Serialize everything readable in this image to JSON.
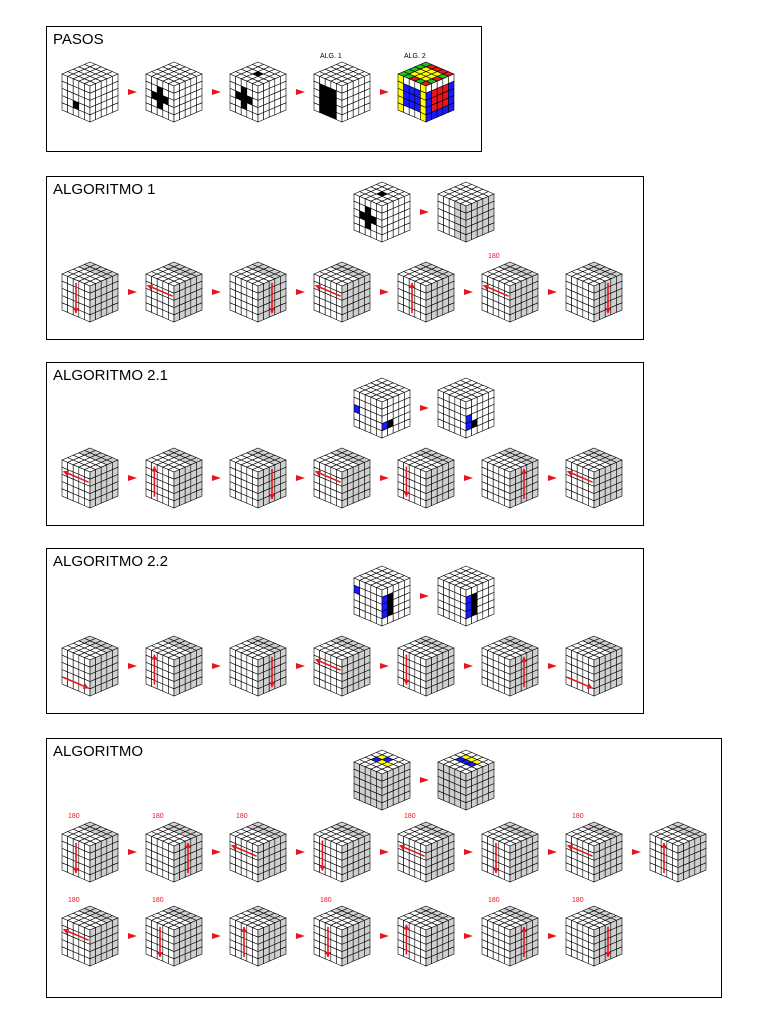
{
  "colors": {
    "arrow": "#e8141e",
    "black": "#000000",
    "blue": "#1a1aff",
    "yellow": "#ffff00",
    "green": "#1fc11f",
    "red": "#e8141e",
    "orange": "#ff8c00",
    "shade": "#cfcfcf"
  },
  "panels": [
    {
      "id": "pasos",
      "title": "PASOS",
      "rows": [
        {
          "cubes": [
            {
              "variant": "corner-dot",
              "caption": ""
            },
            {
              "variant": "cross",
              "caption": ""
            },
            {
              "variant": "cross-top-dot",
              "caption": ""
            },
            {
              "variant": "center-solid",
              "caption": "ALG. 1"
            },
            {
              "variant": "solved",
              "caption": "ALG. 2"
            }
          ]
        }
      ]
    },
    {
      "id": "algoritmo-1",
      "title": "ALGORITMO 1",
      "rows": [
        {
          "cubes": [
            {
              "variant": "cross-top-dot",
              "caption": ""
            },
            {
              "variant": "shaded",
              "caption": ""
            }
          ]
        },
        {
          "cubes": [
            {
              "variant": "move-down-center",
              "caption": ""
            },
            {
              "variant": "move-left-top",
              "caption": ""
            },
            {
              "variant": "move-down-right",
              "caption": ""
            },
            {
              "variant": "move-left-top",
              "caption": ""
            },
            {
              "variant": "move-up-center",
              "caption": ""
            },
            {
              "variant": "move-left-top",
              "caption": "180"
            },
            {
              "variant": "move-down-right",
              "caption": ""
            }
          ]
        }
      ]
    },
    {
      "id": "algoritmo-2-1",
      "title": "ALGORITMO 2.1",
      "rows": [
        {
          "cubes": [
            {
              "variant": "blue-pair",
              "caption": ""
            },
            {
              "variant": "blue-single",
              "caption": ""
            }
          ]
        },
        {
          "cubes": [
            {
              "variant": "move-left-top",
              "caption": ""
            },
            {
              "variant": "move-up-left",
              "caption": ""
            },
            {
              "variant": "move-down-right",
              "caption": ""
            },
            {
              "variant": "move-left-top",
              "caption": ""
            },
            {
              "variant": "move-down-left",
              "caption": ""
            },
            {
              "variant": "move-up-right",
              "caption": ""
            },
            {
              "variant": "move-left-top",
              "caption": ""
            }
          ]
        }
      ]
    },
    {
      "id": "algoritmo-2-2",
      "title": "ALGORITMO 2.2",
      "rows": [
        {
          "cubes": [
            {
              "variant": "blue-column",
              "caption": ""
            },
            {
              "variant": "blue-column-2",
              "caption": ""
            }
          ]
        },
        {
          "cubes": [
            {
              "variant": "move-right-bottom",
              "caption": ""
            },
            {
              "variant": "move-up-left",
              "caption": ""
            },
            {
              "variant": "move-down-right",
              "caption": ""
            },
            {
              "variant": "move-left-top",
              "caption": ""
            },
            {
              "variant": "move-down-left",
              "caption": ""
            },
            {
              "variant": "move-up-right",
              "caption": ""
            },
            {
              "variant": "move-right-bottom",
              "caption": ""
            }
          ]
        }
      ]
    },
    {
      "id": "algoritmo",
      "title": "ALGORITMO",
      "rows": [
        {
          "cubes": [
            {
              "variant": "yellow-blue",
              "caption": ""
            },
            {
              "variant": "yellow-blue-2",
              "caption": ""
            }
          ]
        },
        {
          "cubes": [
            {
              "variant": "move-down-center",
              "caption": "180"
            },
            {
              "variant": "move-up-right",
              "caption": "180"
            },
            {
              "variant": "move-left-top",
              "caption": "180"
            },
            {
              "variant": "move-down-left",
              "caption": ""
            },
            {
              "variant": "move-left-top",
              "caption": "180"
            },
            {
              "variant": "move-down-center",
              "caption": ""
            },
            {
              "variant": "move-left-top",
              "caption": "180"
            },
            {
              "variant": "move-up-center",
              "caption": ""
            }
          ]
        },
        {
          "cubes": [
            {
              "variant": "move-left-top",
              "caption": "180"
            },
            {
              "variant": "move-down-center",
              "caption": "180"
            },
            {
              "variant": "move-up-center",
              "caption": ""
            },
            {
              "variant": "move-down-center",
              "caption": "180"
            },
            {
              "variant": "move-up-left",
              "caption": ""
            },
            {
              "variant": "move-up-right",
              "caption": "180"
            },
            {
              "variant": "move-down-right",
              "caption": "180"
            }
          ]
        }
      ]
    }
  ]
}
